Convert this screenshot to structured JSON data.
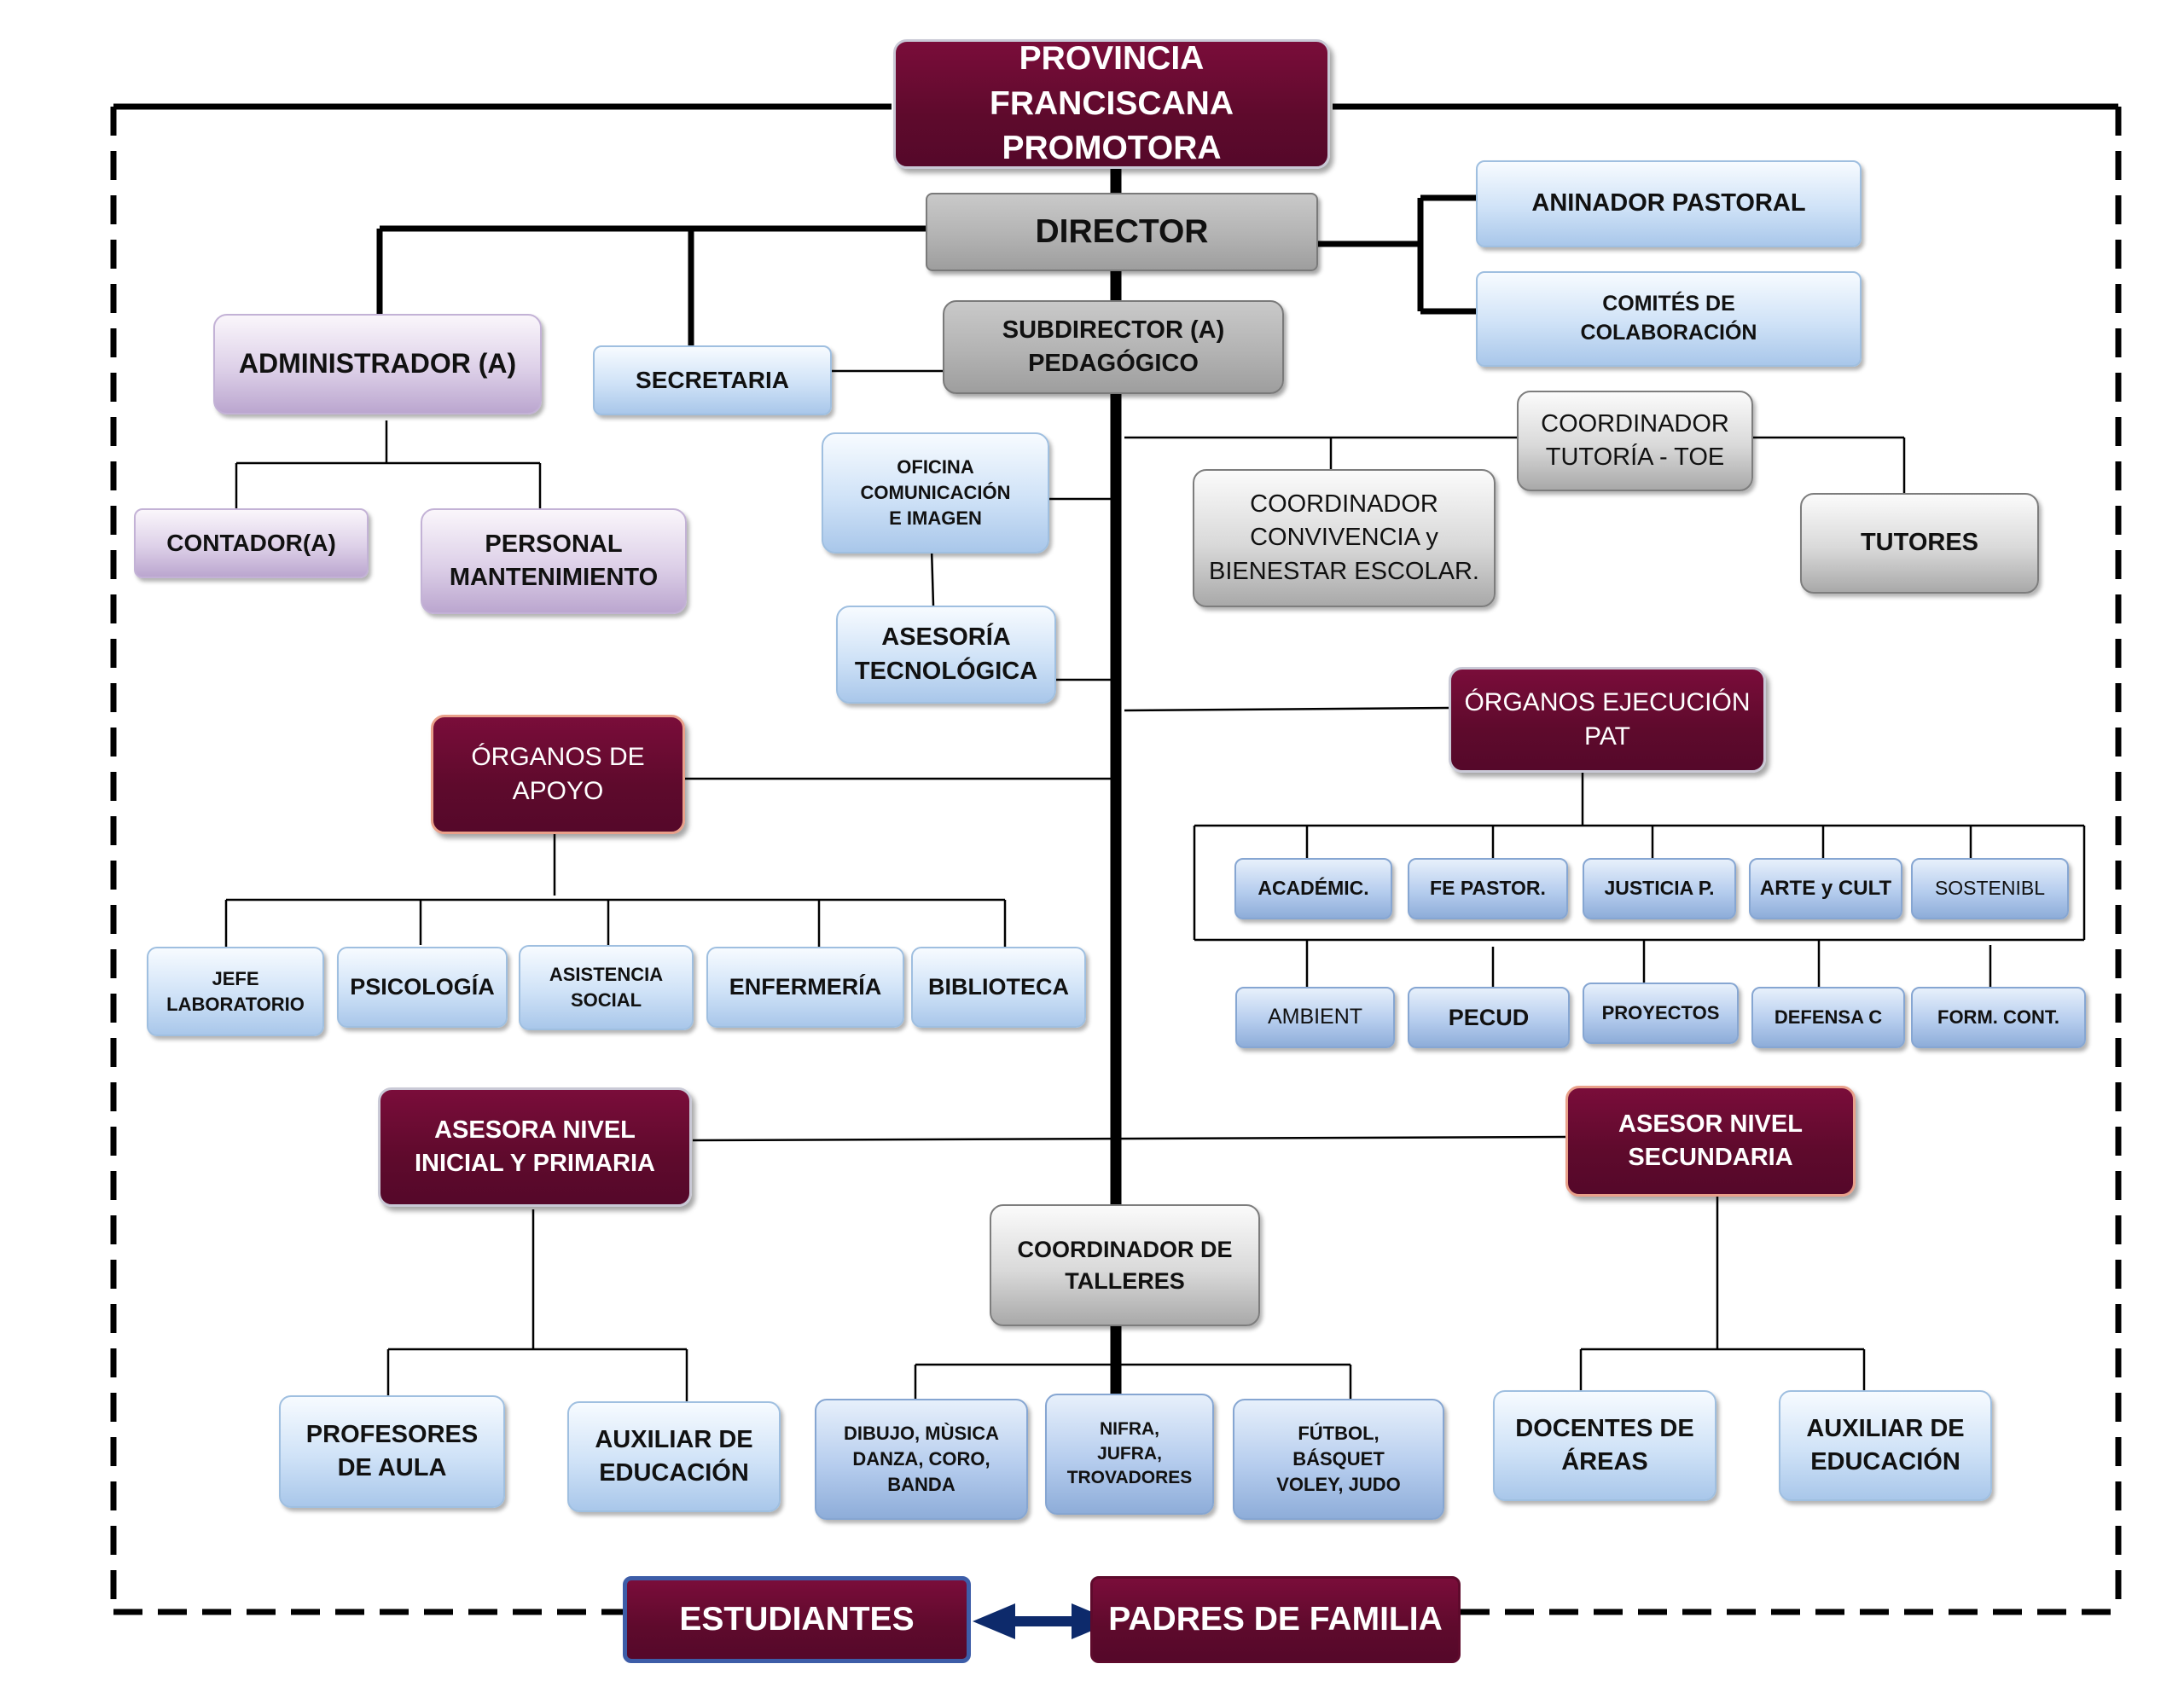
{
  "nodes": {
    "provincia": [
      "PROVINCIA FRANCISCANA",
      "PROMOTORA"
    ],
    "director": "DIRECTOR",
    "animador": "ANINADOR PASTORAL",
    "comites": [
      "COMITÉS DE",
      "COLABORACIÓN"
    ],
    "administrador": "ADMINISTRADOR (A)",
    "secretaria": "SECRETARIA",
    "subdirector": [
      "SUBDIRECTOR (A)",
      "PEDAGÓGICO"
    ],
    "contador": "CONTADOR(A)",
    "personal": [
      "PERSONAL",
      "MANTENIMIENTO"
    ],
    "oficina": [
      "OFICINA",
      "COMUNICACIÓN",
      "E IMAGEN"
    ],
    "asesoria_tec": [
      "ASESORÍA",
      "TECNOLÓGICA"
    ],
    "coord_tutoria": [
      "COORDINADOR",
      "TUTORÍA - TOE"
    ],
    "coord_convivencia": [
      "COORDINADOR",
      "CONVIVENCIA y",
      "BIENESTAR ESCOLAR."
    ],
    "tutores": "TUTORES",
    "organos_ejecucion": [
      "ÓRGANOS EJECUCIÓN",
      "PAT"
    ],
    "organos_apoyo": [
      "ÓRGANOS DE",
      "APOYO"
    ],
    "pat_row1": [
      "ACADÉMIC.",
      "FE PASTOR.",
      "JUSTICIA P.",
      "ARTE y CULT",
      "SOSTENIBL"
    ],
    "pat_row2": [
      "AMBIENT",
      "PECUD",
      "PROYECTOS",
      "DEFENSA C",
      "FORM. CONT."
    ],
    "apoyo_items": {
      "jefe": [
        "JEFE",
        "LABORATORIO"
      ],
      "psicologia": "PSICOLOGÍA",
      "asistencia": [
        "ASISTENCIA",
        "SOCIAL"
      ],
      "enfermeria": "ENFERMERÍA",
      "biblioteca": "BIBLIOTECA"
    },
    "asesora_inicial": [
      "ASESORA NIVEL",
      "INICIAL Y PRIMARIA"
    ],
    "asesor_secundaria": [
      "ASESOR NIVEL",
      "SECUNDARIA"
    ],
    "coord_talleres": [
      "COORDINADOR DE",
      "TALLERES"
    ],
    "profesores": [
      "PROFESORES",
      "DE AULA"
    ],
    "auxiliar_left": [
      "AUXILIAR DE",
      "EDUCACIÓN"
    ],
    "dibujo": [
      "DIBUJO, MÙSICA",
      "DANZA, CORO,",
      "BANDA"
    ],
    "nifra": [
      "NIFRA,",
      "JUFRA,",
      "TROVADORES"
    ],
    "futbol": [
      "FÚTBOL,",
      "BÁSQUET",
      "VOLEY, JUDO"
    ],
    "docentes": [
      "DOCENTES DE",
      "ÁREAS"
    ],
    "auxiliar_right": [
      "AUXILIAR DE",
      "EDUCACIÓN"
    ],
    "estudiantes": "ESTUDIANTES",
    "padres": "PADRES DE FAMILIA"
  },
  "colors": {
    "maroon": "#5e0a2c",
    "navy_arrow": "#0d2a6b",
    "blue_box": "#b6cdee",
    "lavender_box": "#ddd0e8",
    "gray_box": "#c0c0c0"
  }
}
